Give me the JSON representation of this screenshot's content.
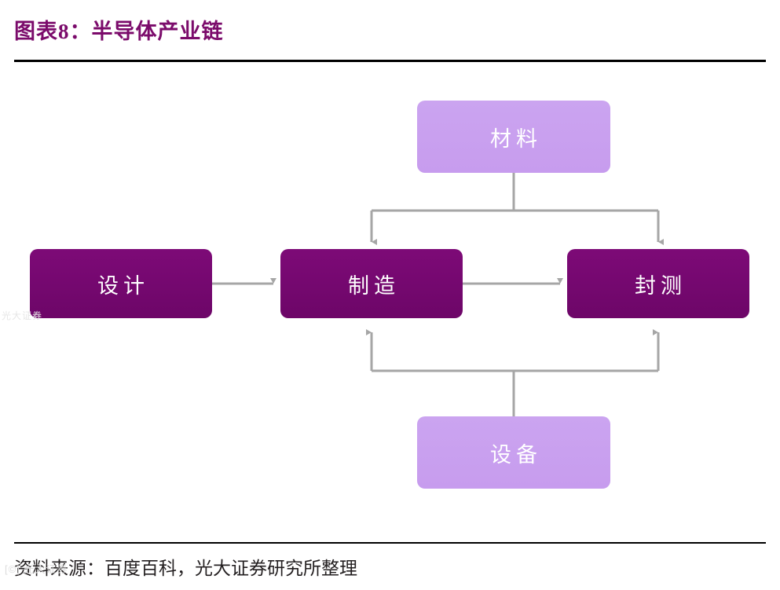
{
  "header": {
    "title": "图表8：半导体产业链"
  },
  "footer": {
    "source": "资料来源：百度百科，光大证券研究所整理"
  },
  "watermarks": {
    "bottom_left": "[©] 光大证券",
    "mid_left": "光大证券"
  },
  "colors": {
    "title": "#7b0b6b",
    "node_dark": "#7b0b7b",
    "node_light": "#c9a0ef",
    "connector": "#a6a6a6",
    "rule": "#000000"
  },
  "diagram": {
    "type": "flow",
    "nodes": [
      {
        "id": "cailiao",
        "label": "材料",
        "style": "light"
      },
      {
        "id": "sheji",
        "label": "设计",
        "style": "dark"
      },
      {
        "id": "zhizao",
        "label": "制造",
        "style": "dark"
      },
      {
        "id": "fengce",
        "label": "封测",
        "style": "dark"
      },
      {
        "id": "shebei",
        "label": "设备",
        "style": "light"
      }
    ],
    "edges": [
      {
        "from": "sheji",
        "to": "zhizao",
        "direction": "right"
      },
      {
        "from": "zhizao",
        "to": "fengce",
        "direction": "right"
      },
      {
        "from": "cailiao",
        "to": "zhizao",
        "direction": "down"
      },
      {
        "from": "cailiao",
        "to": "fengce",
        "direction": "down"
      },
      {
        "from": "shebei",
        "to": "zhizao",
        "direction": "up"
      },
      {
        "from": "shebei",
        "to": "fengce",
        "direction": "up"
      }
    ]
  }
}
